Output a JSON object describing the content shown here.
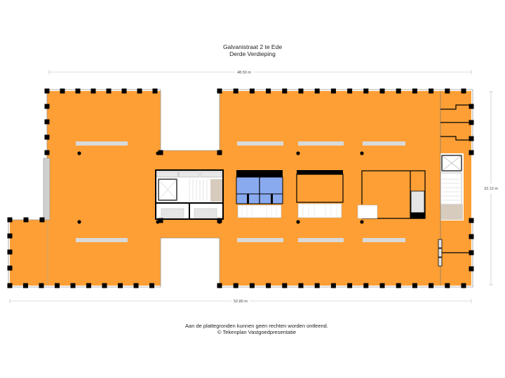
{
  "header": {
    "title": "Galvanistraat 2 te Ede",
    "subtitle": "Derde Verdieping"
  },
  "dimensions": {
    "top_width": "48.50 m",
    "bottom_width": "52.80 m",
    "depth": "22.12 m"
  },
  "footer": {
    "disclaimer": "Aan de plattegronden kunnen geen rechten worden ontleend.",
    "copyright": "© Tekenplan Vastgoedpresentatie"
  },
  "colors": {
    "floor": "#fd9f35",
    "toilets": "#8aaaf0",
    "landing": "#d6cbbd",
    "wall": "#000000",
    "fixture": "#d9d9d9"
  }
}
